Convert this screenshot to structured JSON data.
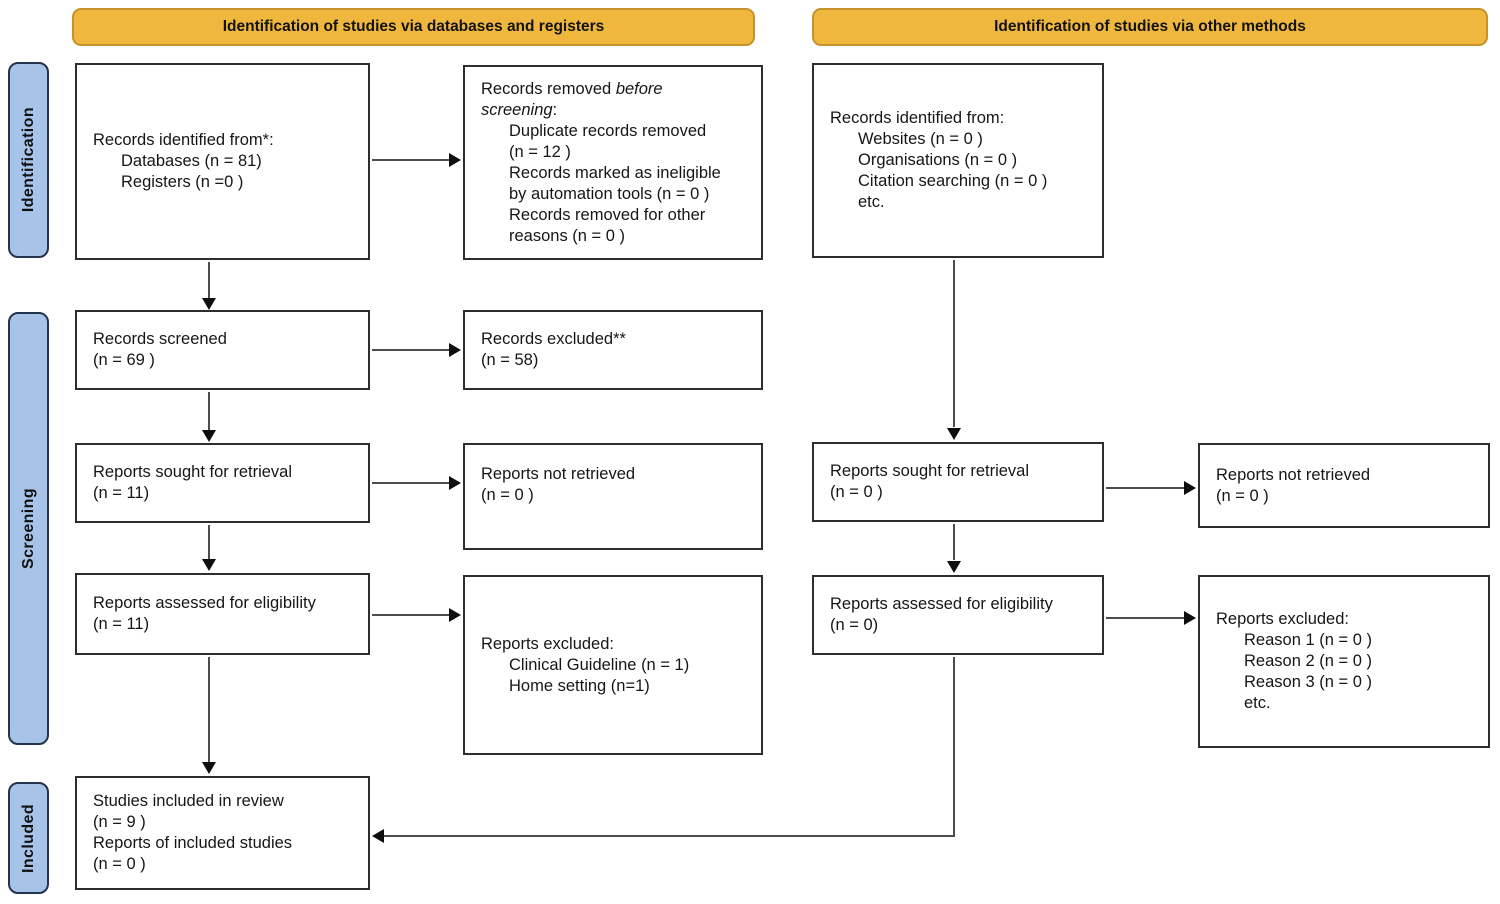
{
  "colors": {
    "banner_bg": "#EFB73E",
    "banner_border": "#C8922B",
    "sidebar_bg": "#A7C4E8",
    "sidebar_border": "#24344E",
    "box_border": "#2E2E2E",
    "arrow": "#4D4D4D"
  },
  "banners": {
    "databases": "Identification of studies via databases and registers",
    "other": "Identification of studies via other methods"
  },
  "sidebar": {
    "identification": "Identification",
    "screening": "Screening",
    "included": "Included"
  },
  "boxes": {
    "records_identified_db": {
      "title": "Records identified from*:",
      "items": [
        "Databases (n = 81)",
        "Registers (n =0 )"
      ]
    },
    "records_removed": {
      "head_pre": "Records removed ",
      "head_italic_1": "before",
      "head_italic_2": "screening",
      "head_post": ":",
      "items": [
        "Duplicate records removed",
        "(n = 12 )",
        "Records marked as ineligible",
        "by automation tools (n = 0 )",
        "Records removed for other",
        "reasons (n = 0 )"
      ]
    },
    "records_screened": {
      "lines": [
        "Records screened",
        "(n = 69 )"
      ]
    },
    "records_excluded": {
      "lines": [
        "Records excluded**",
        "(n = 58)"
      ]
    },
    "reports_sought_db": {
      "lines": [
        "Reports sought for retrieval",
        "(n = 11)"
      ]
    },
    "reports_not_retrieved_db": {
      "lines": [
        "Reports not retrieved",
        "(n = 0 )"
      ]
    },
    "reports_assessed_db": {
      "lines": [
        "Reports assessed for eligibility",
        "(n = 11)"
      ]
    },
    "reports_excluded_db": {
      "title": "Reports excluded:",
      "items": [
        "Clinical Guideline (n = 1)",
        "Home setting (n=1)"
      ]
    },
    "studies_included": {
      "lines": [
        "Studies included in review",
        "(n = 9 )",
        "Reports of included studies",
        "(n = 0 )"
      ]
    },
    "records_identified_other": {
      "title": "Records identified from:",
      "items": [
        "Websites (n = 0 )",
        "Organisations (n = 0 )",
        "Citation searching (n = 0 )",
        "etc."
      ]
    },
    "reports_sought_other": {
      "lines": [
        "Reports sought for retrieval",
        "(n = 0 )"
      ]
    },
    "reports_not_retrieved_other": {
      "lines": [
        "Reports not retrieved",
        "(n = 0 )"
      ]
    },
    "reports_assessed_other": {
      "lines": [
        "Reports assessed for eligibility",
        "(n = 0)"
      ]
    },
    "reports_excluded_other": {
      "title": "Reports excluded:",
      "items": [
        "Reason 1 (n = 0 )",
        "Reason 2 (n = 0 )",
        "Reason 3 (n = 0 )",
        "etc."
      ]
    }
  }
}
